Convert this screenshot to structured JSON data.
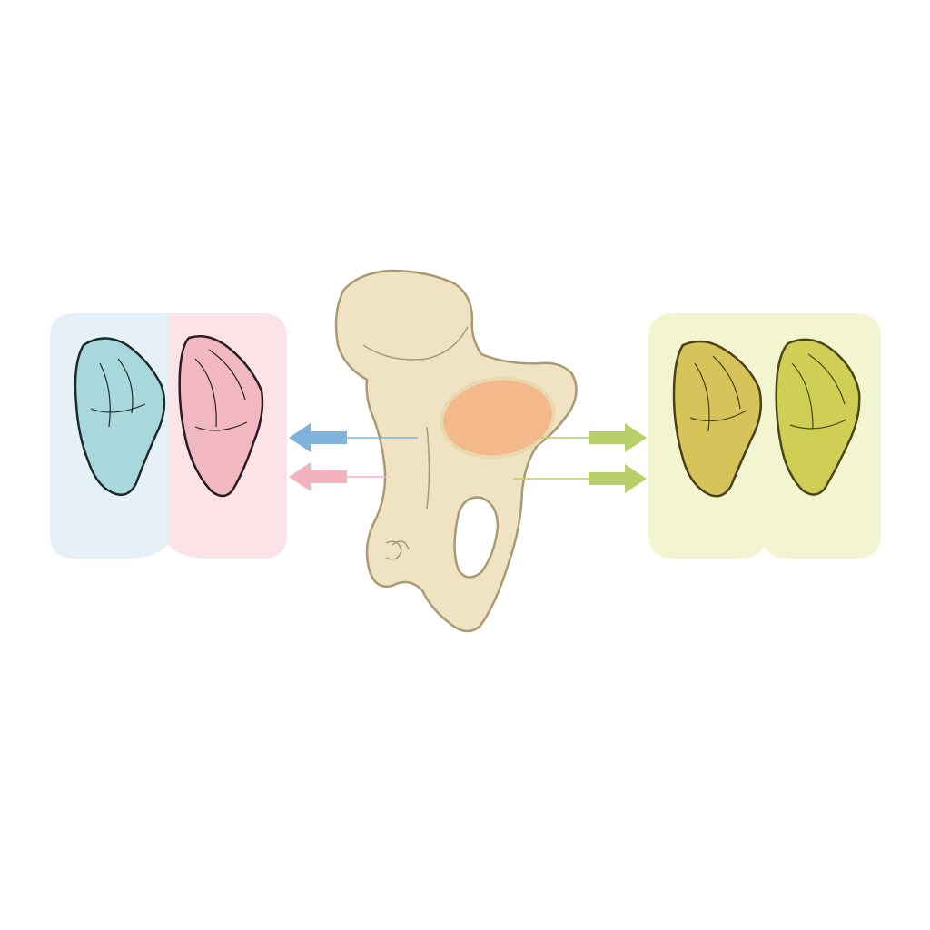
{
  "diagram": {
    "background": "#ffffff",
    "left_panel": {
      "fill_left": "#e6f1f7",
      "fill_right": "#fbe3e7",
      "shapes": [
        {
          "name": "blue-fragment",
          "fill": "#a9d8dc",
          "stroke": "#1d2a2c"
        },
        {
          "name": "pink-fragment",
          "fill": "#f2b8c2",
          "stroke": "#2a1d20"
        }
      ]
    },
    "right_panel": {
      "fill": "#f2f5cf",
      "shapes": [
        {
          "name": "ochre-fragment",
          "fill": "#d6c35a",
          "stroke": "#4a4016"
        },
        {
          "name": "olive-fragment",
          "fill": "#cfcf55",
          "stroke": "#4a4716"
        }
      ]
    },
    "center_bone": {
      "fill": "#efe3c4",
      "stroke": "#a99a72",
      "highlight_fill": "#f4b98a",
      "highlight_stroke": "#e8d9ae"
    },
    "arrows": [
      {
        "name": "blue-arrow-left",
        "color": "#7fb3dc",
        "direction": "left"
      },
      {
        "name": "pink-arrow-left",
        "color": "#f2b3bf",
        "direction": "left"
      },
      {
        "name": "green-arrow-right-top",
        "color": "#b8cf6a",
        "direction": "right"
      },
      {
        "name": "green-arrow-right-bottom",
        "color": "#b8cf6a",
        "direction": "right"
      }
    ]
  }
}
